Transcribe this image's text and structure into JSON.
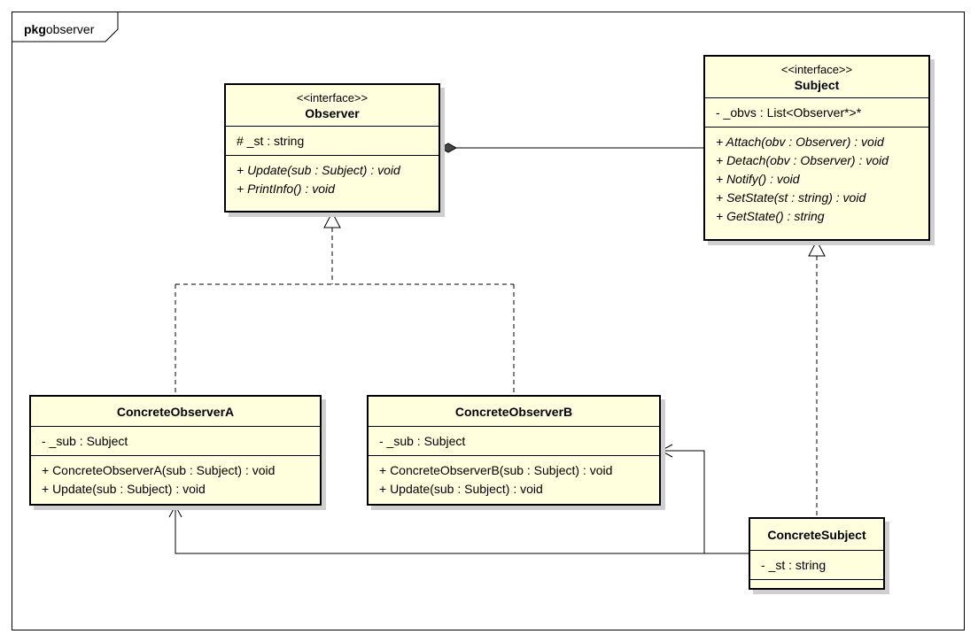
{
  "package": {
    "keyword": "pkg",
    "name": "observer"
  },
  "classes": {
    "observer": {
      "stereotype": "<<interface>>",
      "name": "Observer",
      "attributes": [
        "# _st : string"
      ],
      "operations": [
        "+ Update(sub : Subject) : void",
        "+ PrintInfo() : void"
      ]
    },
    "subject": {
      "stereotype": "<<interface>>",
      "name": "Subject",
      "attributes": [
        "- _obvs : List<Observer*>*"
      ],
      "operations": [
        "+ Attach(obv : Observer) : void",
        "+ Detach(obv : Observer) : void",
        "+ Notify() : void",
        "+ SetState(st : string) : void",
        "+ GetState() : string"
      ]
    },
    "concrete_observer_a": {
      "name": "ConcreteObserverA",
      "attributes": [
        "- _sub : Subject"
      ],
      "operations": [
        "+ ConcreteObserverA(sub : Subject) : void",
        "+ Update(sub : Subject) : void"
      ]
    },
    "concrete_observer_b": {
      "name": "ConcreteObserverB",
      "attributes": [
        "- _sub : Subject"
      ],
      "operations": [
        "+ ConcreteObserverB(sub : Subject) : void",
        "+ Update(sub : Subject) : void"
      ]
    },
    "concrete_subject": {
      "name": "ConcreteSubject",
      "attributes": [
        "- _st : string"
      ],
      "operations": []
    }
  },
  "relationships": [
    {
      "type": "composition",
      "whole": "Observer",
      "part": "Subject"
    },
    {
      "type": "realization",
      "from": "ConcreteObserverA",
      "to": "Observer"
    },
    {
      "type": "realization",
      "from": "ConcreteObserverB",
      "to": "Observer"
    },
    {
      "type": "realization",
      "from": "ConcreteSubject",
      "to": "Subject"
    },
    {
      "type": "association",
      "from": "ConcreteSubject",
      "to": "ConcreteObserverA"
    },
    {
      "type": "association",
      "from": "ConcreteSubject",
      "to": "ConcreteObserverB"
    }
  ]
}
